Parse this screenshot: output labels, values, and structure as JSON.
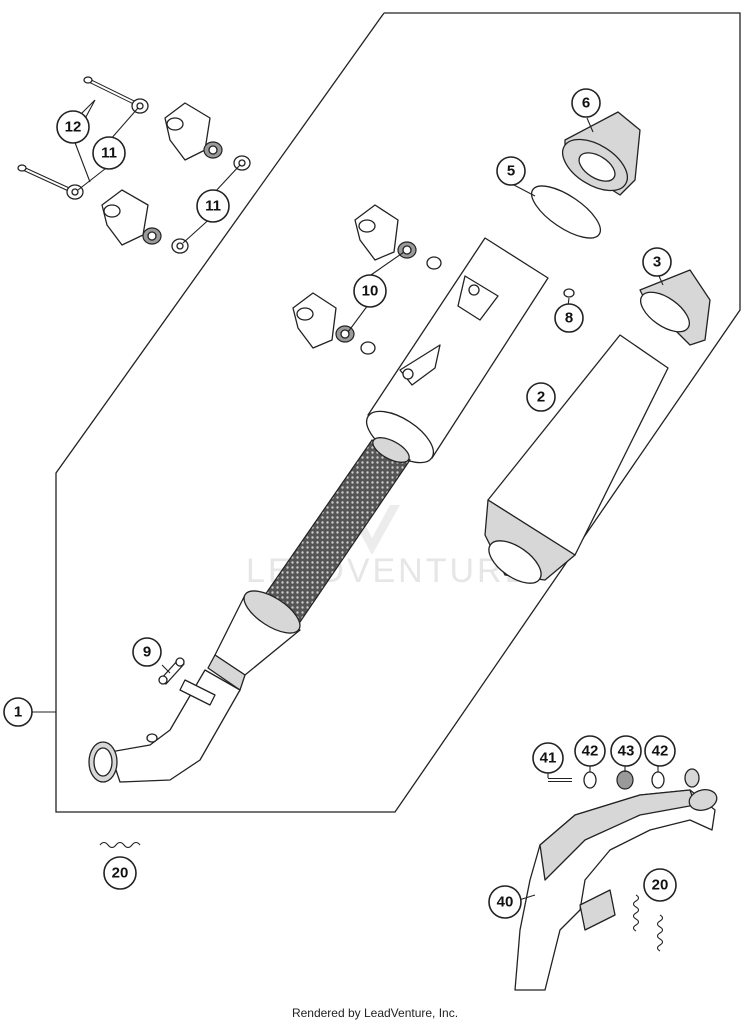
{
  "watermark": "LEADVENTURE",
  "footer": "Rendered by LeadVenture, Inc.",
  "callouts": [
    "1",
    "2",
    "3",
    "5",
    "6",
    "8",
    "9",
    "10",
    "11",
    "11",
    "12",
    "20",
    "20",
    "40",
    "41",
    "42",
    "43",
    "42"
  ]
}
